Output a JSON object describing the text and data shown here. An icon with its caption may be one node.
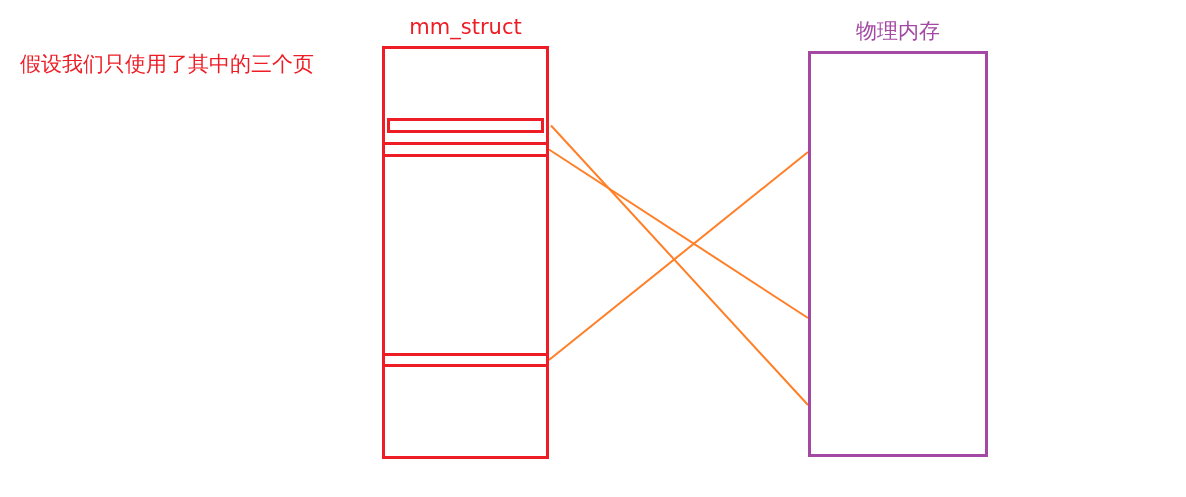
{
  "diagram": {
    "nodes": [
      {
        "text": [
          "mm_struct"
        ]
      },
      {
        "text": [],
        "shape": "bar",
        "in": 0
      },
      {
        "text": [],
        "shape": "bar",
        "in": 0
      },
      {
        "text": [],
        "shape": "bar",
        "in": 0
      },
      {
        "text": [
          "物理内存"
        ]
      }
    ],
    "edges": [
      {
        "from": 1,
        "to": 4,
        "arrow": "none",
        "color": "#ff7f27"
      },
      {
        "from": 2,
        "to": 4,
        "arrow": "none",
        "color": "#ff7f27"
      },
      {
        "from": 3,
        "to": 4,
        "arrow": "none",
        "color": "#ff7f27"
      }
    ],
    "labels": [
      "假设我们只使用了其中的三个页"
    ]
  }
}
